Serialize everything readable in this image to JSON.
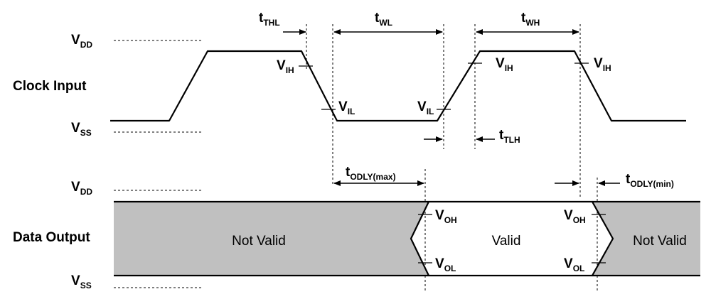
{
  "signals": {
    "clock": "Clock Input",
    "data": "Data Output"
  },
  "rails": {
    "vdd_base": "V",
    "vdd_sub": "DD",
    "vss_base": "V",
    "vss_sub": "SS"
  },
  "levels": {
    "v": "V",
    "ih": "IH",
    "il": "IL",
    "oh": "OH",
    "ol": "OL"
  },
  "timings": {
    "t": "t",
    "thl": "THL",
    "wl": "WL",
    "wh": "WH",
    "tlh": "TLH",
    "odly_max": "ODLY(max)",
    "odly_min": "ODLY(min)"
  },
  "regions": {
    "not_valid_left": "Not Valid",
    "valid": "Valid",
    "not_valid_right": "Not Valid"
  },
  "colors": {
    "invalid_fill": "#c0c0c0",
    "line": "#000000",
    "background": "#ffffff"
  }
}
